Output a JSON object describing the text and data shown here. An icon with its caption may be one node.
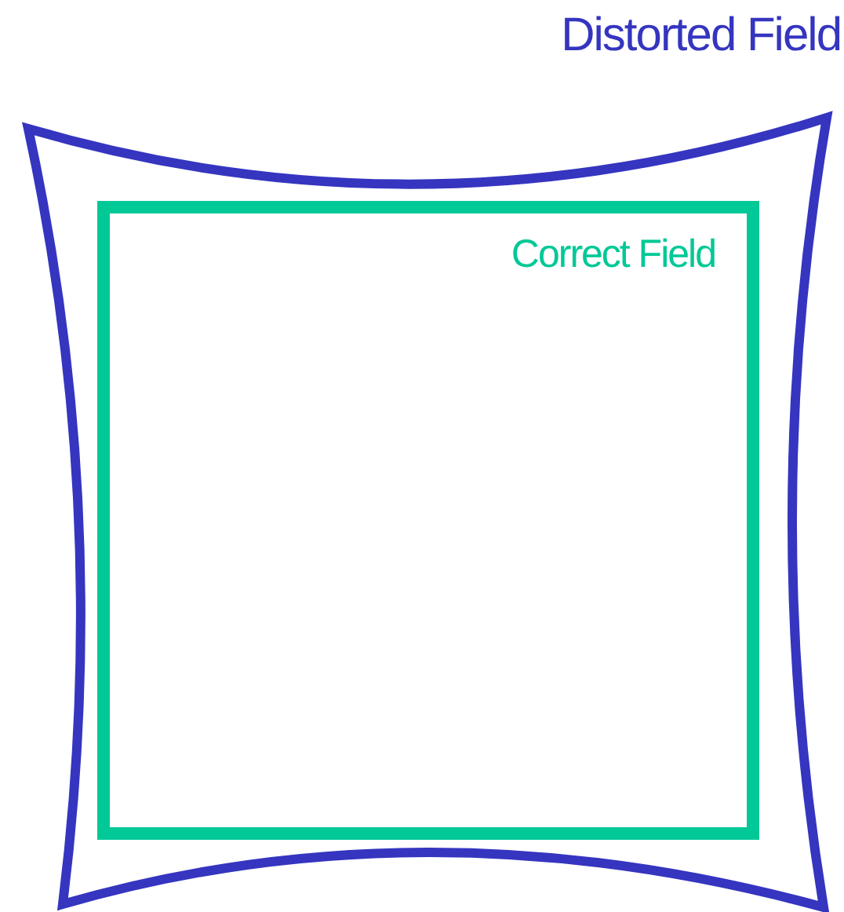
{
  "diagram": {
    "nodes": [
      {
        "text": [
          "Distorted Field"
        ]
      },
      {
        "text": [
          "Correct Field"
        ],
        "in": 0
      }
    ]
  }
}
